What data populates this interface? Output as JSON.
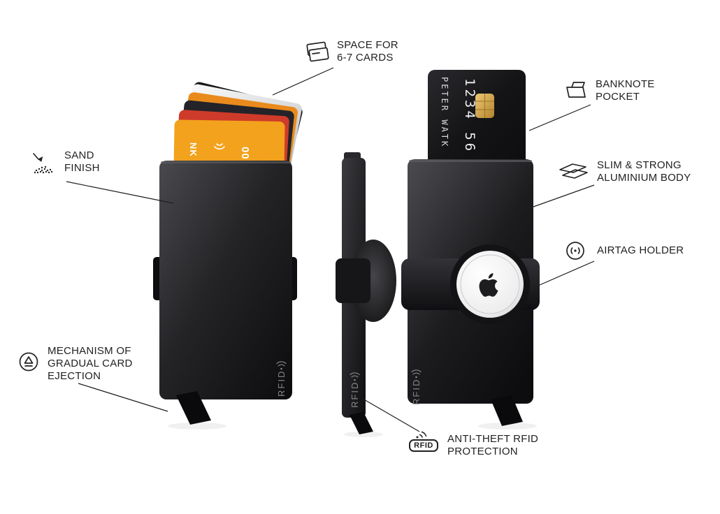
{
  "callouts": [
    {
      "id": "space-for-cards",
      "lines": [
        "SPACE FOR",
        "6-7 CARDS"
      ]
    },
    {
      "id": "banknote-pocket",
      "lines": [
        "BANKNOTE",
        "POCKET"
      ]
    },
    {
      "id": "sand-finish",
      "lines": [
        "SAND",
        "FINISH"
      ]
    },
    {
      "id": "slim-aluminium-body",
      "lines": [
        "SLIM & STRONG",
        "ALUMINIUM BODY"
      ]
    },
    {
      "id": "airtag-holder",
      "lines": [
        "AIRTAG HOLDER"
      ]
    },
    {
      "id": "card-ejection",
      "lines": [
        "MECHANISM OF",
        "GRADUAL CARD",
        "EJECTION"
      ]
    },
    {
      "id": "rfid-protection",
      "lines": [
        "ANTI-THEFT RFID",
        "PROTECTION"
      ]
    }
  ],
  "product": {
    "rfid_print": "RFID",
    "rfid_badge": "RFID",
    "card_holder_name": "PETER WATK",
    "card_number_partial": "1234 56",
    "card_bank_partial": "NK",
    "card_number_fragment": "00"
  },
  "colors": {
    "background": "#ffffff",
    "label_text": "#232122",
    "connector_line": "#1f1f21",
    "wallet_black": "#141416",
    "card_orange": "#f2a21c",
    "card_red": "#cf3b2a",
    "card_silver": "#d9dadc",
    "chip_gold": "#d7a94c",
    "airtag_white": "#f4f4f5"
  }
}
